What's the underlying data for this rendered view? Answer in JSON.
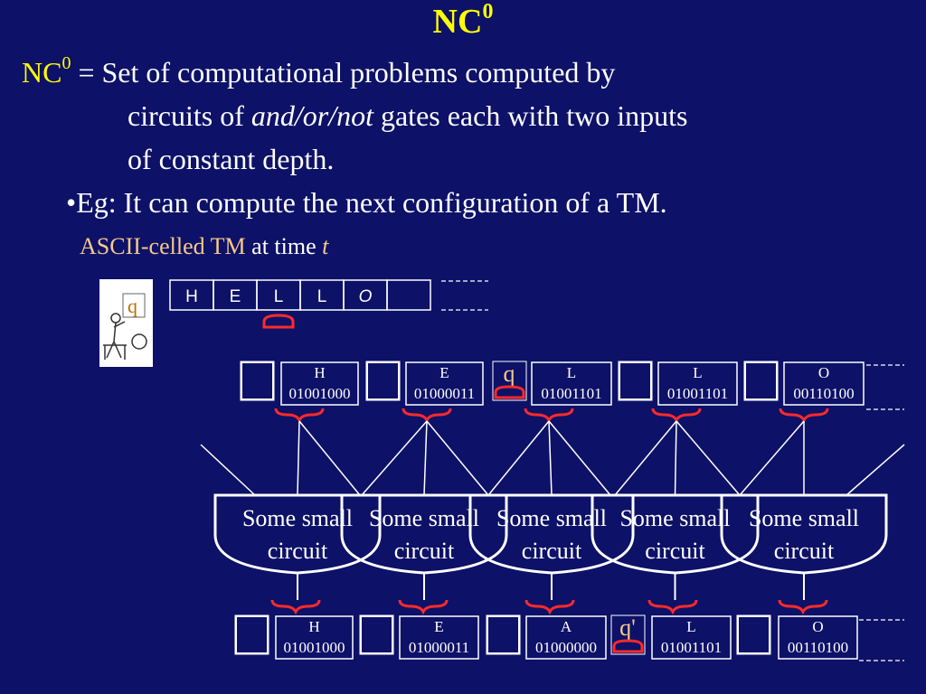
{
  "title": {
    "text": "NC",
    "sup": "0"
  },
  "definition": {
    "term": "NC",
    "term_sup": "0",
    "line1_rest": " = Set of computational problems computed by",
    "line2_a": "circuits of ",
    "line2_italic": "and/or/not",
    "line2_b": " gates each with two inputs",
    "line3": "of constant depth."
  },
  "bullet": "•Eg: It can compute the next configuration of a TM.",
  "subtitle": {
    "part1": "ASCII-celled TM",
    "part2": " at time ",
    "var": "t"
  },
  "tape": {
    "cells": [
      "H",
      "E",
      "L",
      "L",
      "O",
      ""
    ]
  },
  "head_state": "q",
  "row_top": [
    {
      "letter": "H",
      "code": "01001000"
    },
    {
      "letter": "E",
      "code": "01000011"
    },
    {
      "letter": "L",
      "code": "01001101"
    },
    {
      "letter": "L",
      "code": "01001101"
    },
    {
      "letter": "O",
      "code": "00110100"
    }
  ],
  "state_top": "q",
  "circuit_label": {
    "line1": "Some small",
    "line2": "circuit"
  },
  "row_bottom": [
    {
      "letter": "H",
      "code": "01001000"
    },
    {
      "letter": "E",
      "code": "01000011"
    },
    {
      "letter": "A",
      "code": "01000000"
    },
    {
      "letter": "L",
      "code": "01001101"
    },
    {
      "letter": "O",
      "code": "00110100"
    }
  ],
  "state_bottom": "q'",
  "colors": {
    "background": "#0d1167",
    "title": "#ffff00",
    "brace": "#ff2a2a",
    "subtitle": "#f5c98a"
  }
}
